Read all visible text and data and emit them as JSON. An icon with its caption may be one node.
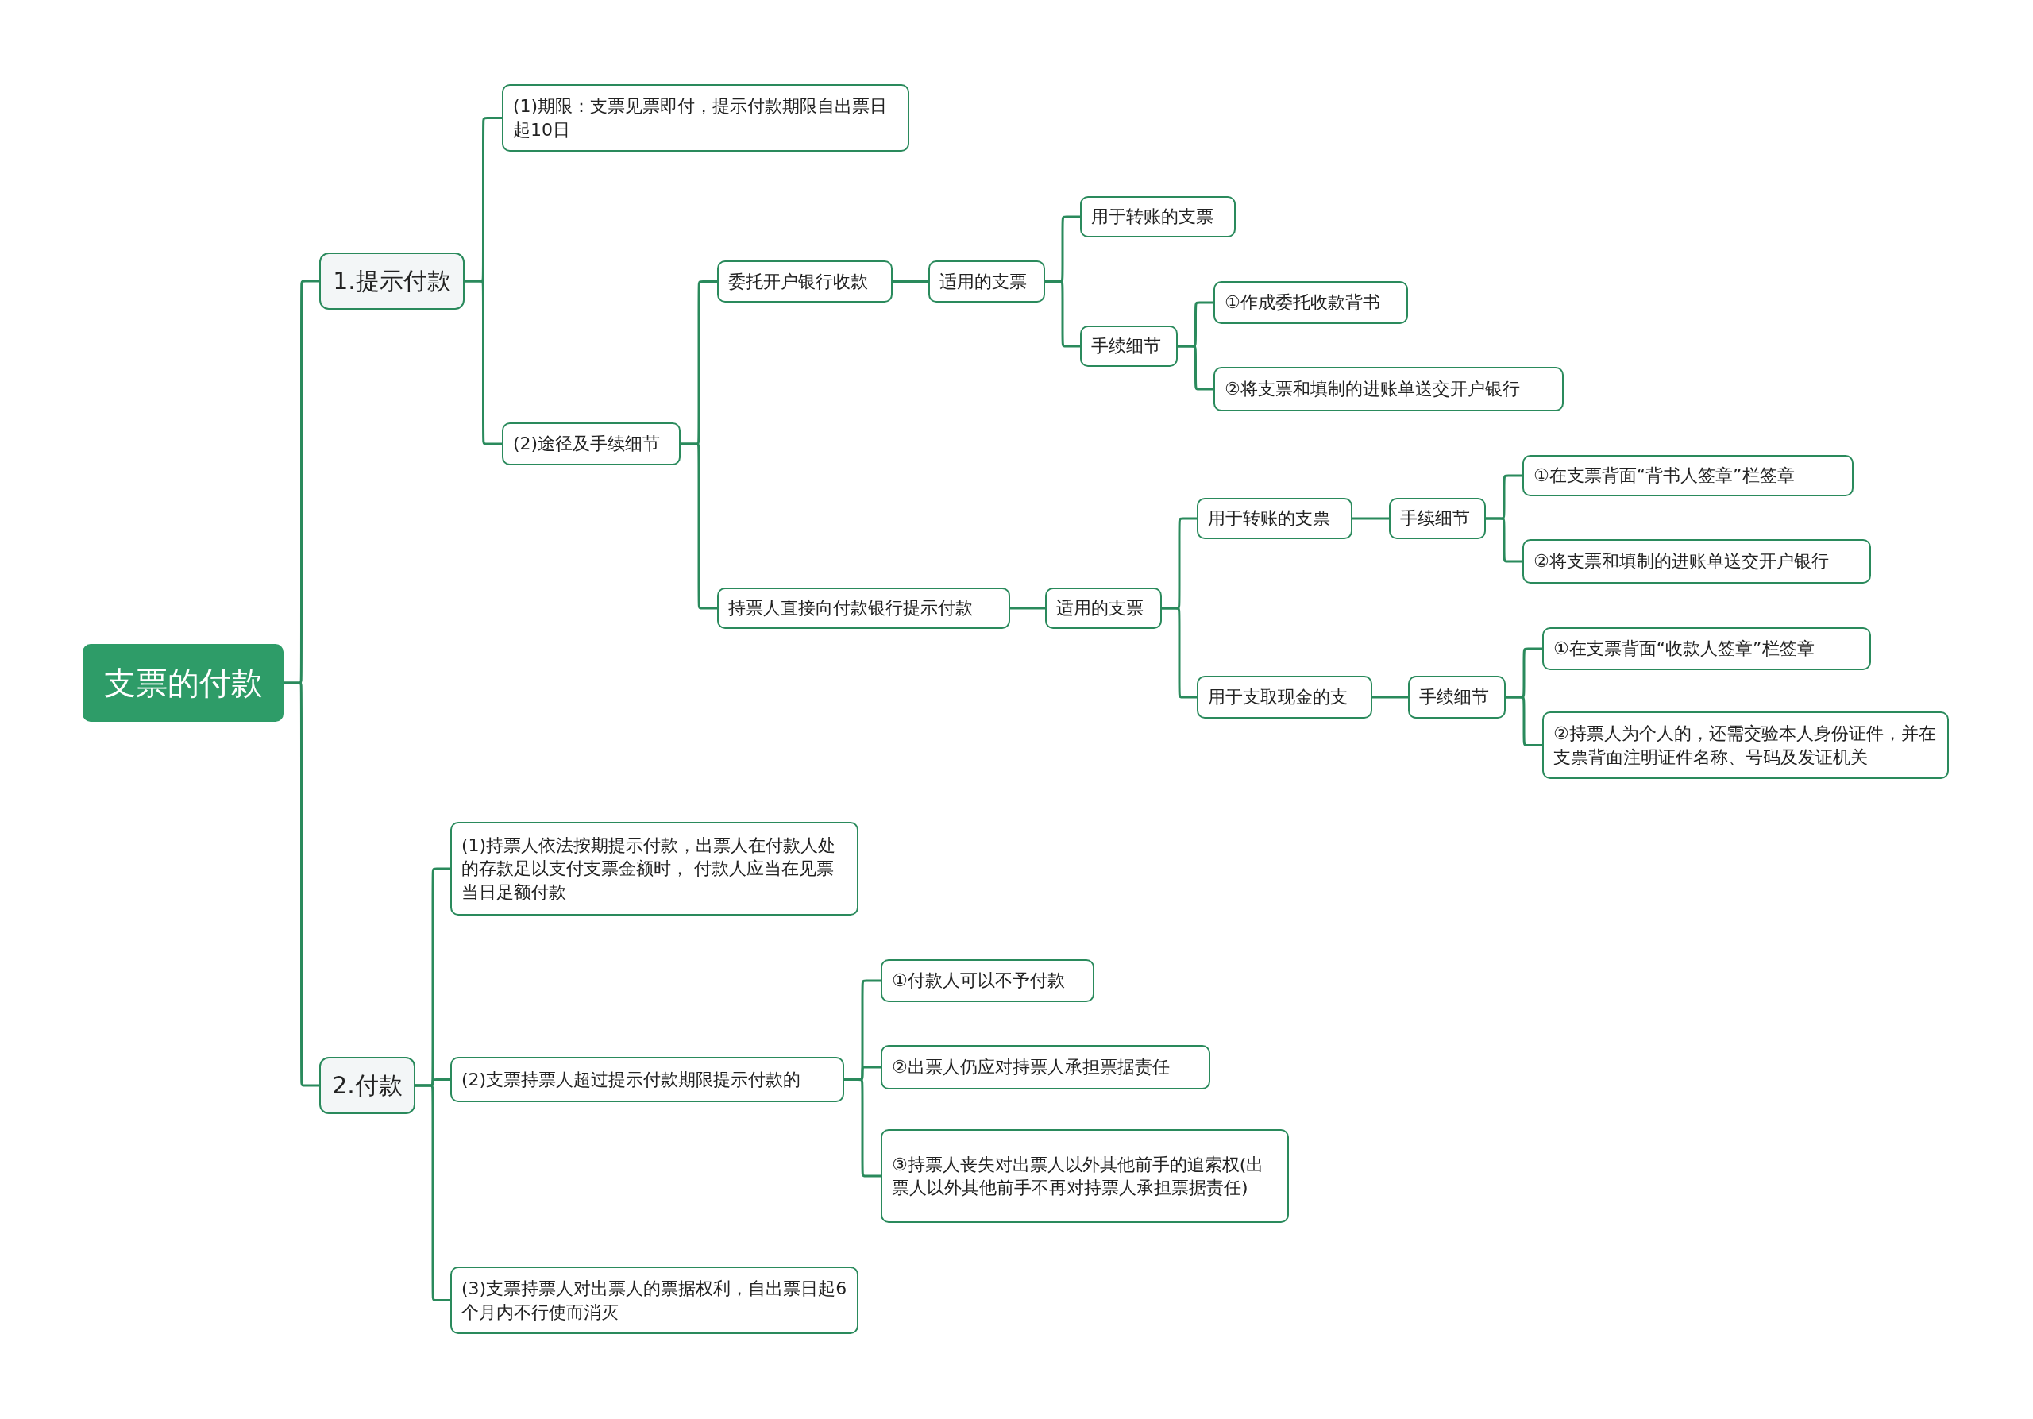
{
  "diagram": {
    "nodes": [
      {
        "text": [
          "支票的付款"
        ]
      },
      {
        "text": [
          "1.提示付款"
        ]
      },
      {
        "text": [
          "(1)期限：支票见票即付，提示付款期限自出票日起10日"
        ]
      },
      {
        "text": [
          "(2)途径及手续细节"
        ]
      },
      {
        "text": [
          "委托开户银行收款"
        ]
      },
      {
        "text": [
          "适用的支票"
        ]
      },
      {
        "text": [
          "用于转账的支票"
        ]
      },
      {
        "text": [
          "手续细节"
        ]
      },
      {
        "text": [
          "①作成委托收款背书"
        ]
      },
      {
        "text": [
          "②将支票和填制的进账单送交开户银行"
        ]
      },
      {
        "text": [
          "持票人直接向付款银行提示付款"
        ]
      },
      {
        "text": [
          "适用的支票"
        ]
      },
      {
        "text": [
          "用于转账的支票"
        ]
      },
      {
        "text": [
          "手续细节"
        ]
      },
      {
        "text": [
          "①在支票背面“背书人签章”栏签章"
        ]
      },
      {
        "text": [
          "②将支票和填制的进账单送交开户银行"
        ]
      },
      {
        "text": [
          "用于支取现金的支"
        ]
      },
      {
        "text": [
          "手续细节"
        ]
      },
      {
        "text": [
          "①在支票背面“收款人签章”栏签章"
        ]
      },
      {
        "text": [
          "②持票人为个人的，还需交验本人身份证件，并在支票背面注明证件名称、号码及发证机关"
        ]
      },
      {
        "text": [
          "2.付款"
        ]
      },
      {
        "text": [
          "(1)持票人依法按期提示付款，出票人在付款人处的存款足以支付支票金额时， 付款人应当在见票当日足额付款"
        ]
      },
      {
        "text": [
          "(2)支票持票人超过提示付款期限提示付款的"
        ]
      },
      {
        "text": [
          "①付款人可以不予付款"
        ]
      },
      {
        "text": [
          "②出票人仍应对持票人承担票据责任"
        ]
      },
      {
        "text": [
          "③持票人丧失对出票人以外其他前手的追索权(出票人以外其他前手不再对持票人承担票据责任)"
        ]
      },
      {
        "text": [
          "(3)支票持票人对出票人的票据权利，自出票日起6个月内不行使而消灭"
        ]
      }
    ],
    "edges": [
      {
        "from": 0,
        "to": 1,
        "arrow": "none"
      },
      {
        "from": 1,
        "to": 2,
        "arrow": "none"
      },
      {
        "from": 1,
        "to": 3,
        "arrow": "none"
      },
      {
        "from": 3,
        "to": 4,
        "arrow": "none"
      },
      {
        "from": 4,
        "to": 5,
        "arrow": "none"
      },
      {
        "from": 5,
        "to": 6,
        "arrow": "none"
      },
      {
        "from": 5,
        "to": 7,
        "arrow": "none"
      },
      {
        "from": 7,
        "to": 8,
        "arrow": "none"
      },
      {
        "from": 7,
        "to": 9,
        "arrow": "none"
      },
      {
        "from": 3,
        "to": 10,
        "arrow": "none"
      },
      {
        "from": 10,
        "to": 11,
        "arrow": "none"
      },
      {
        "from": 11,
        "to": 12,
        "arrow": "none"
      },
      {
        "from": 12,
        "to": 13,
        "arrow": "none"
      },
      {
        "from": 13,
        "to": 14,
        "arrow": "none"
      },
      {
        "from": 13,
        "to": 15,
        "arrow": "none"
      },
      {
        "from": 11,
        "to": 16,
        "arrow": "none"
      },
      {
        "from": 16,
        "to": 17,
        "arrow": "none"
      },
      {
        "from": 17,
        "to": 18,
        "arrow": "none"
      },
      {
        "from": 17,
        "to": 19,
        "arrow": "none"
      },
      {
        "from": 0,
        "to": 20,
        "arrow": "none"
      },
      {
        "from": 20,
        "to": 21,
        "arrow": "none"
      },
      {
        "from": 20,
        "to": 22,
        "arrow": "none"
      },
      {
        "from": 22,
        "to": 23,
        "arrow": "none"
      },
      {
        "from": 22,
        "to": 24,
        "arrow": "none"
      },
      {
        "from": 22,
        "to": 25,
        "arrow": "none"
      },
      {
        "from": 20,
        "to": 26,
        "arrow": "none"
      }
    ]
  }
}
